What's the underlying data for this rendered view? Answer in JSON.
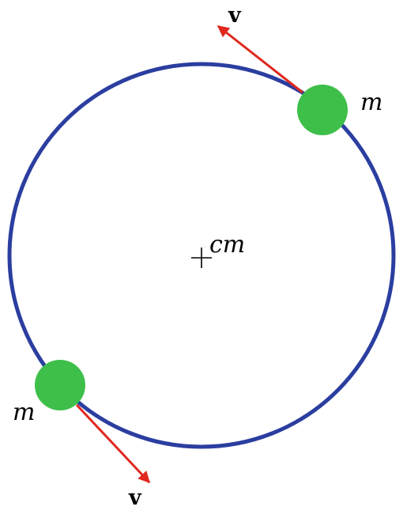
{
  "labels": {
    "center": "cm",
    "mass_top": "m",
    "mass_bottom": "m",
    "velocity_top": "v",
    "velocity_bottom": "v"
  },
  "colors": {
    "orbit": "#2b3ea0",
    "mass": "#3dbf4a",
    "arrow": "#e0281e",
    "center_mark": "#000000"
  }
}
